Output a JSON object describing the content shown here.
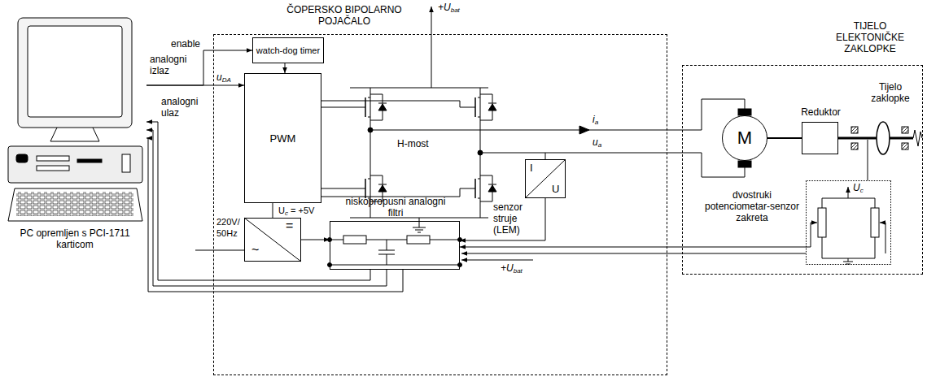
{
  "diagram": {
    "nodes": [
      {
        "text": [
          "PC opremljen s PCI-1711 karticom"
        ]
      },
      {
        "text": [
          "ČOPERSKO BIPOLARNO POJAČALO"
        ]
      },
      {
        "text": [
          "watch-dog timer"
        ],
        "in": 1
      },
      {
        "text": [
          "PWM"
        ],
        "in": 1
      },
      {
        "text": [
          "I",
          "U"
        ],
        "in": 1
      },
      {
        "text": [
          "=",
          "~"
        ],
        "in": 1
      },
      {
        "text": [
          "niskopropusni analogni filtri"
        ],
        "in": 1
      },
      {
        "text": [
          "TIJELO ELEKTONIČKE ZAKLOPKE"
        ]
      },
      {
        "text": [
          "M"
        ],
        "in": 7
      },
      {
        "text": [
          "Reduktor"
        ],
        "in": 7
      },
      {
        "text": [
          "dvostruki potenciometar-senzor zakreta"
        ],
        "in": 7
      }
    ],
    "edges": [
      {
        "from": 0,
        "to": 2,
        "arrow": "to",
        "label": "enable"
      },
      {
        "from": 0,
        "to": 3,
        "arrow": "to",
        "label": "uDA"
      },
      {
        "from": 2,
        "to": 3,
        "arrow": "to"
      },
      {
        "from": 5,
        "to": 3,
        "arrow": "none"
      },
      {
        "from": 4,
        "to": 6,
        "arrow": "to"
      },
      {
        "from": 5,
        "to": 6,
        "arrow": "to"
      },
      {
        "from": 10,
        "to": 6,
        "arrow": "to"
      },
      {
        "from": 6,
        "to": 0,
        "arrow": "to"
      },
      {
        "from": 8,
        "to": 9,
        "arrow": "none"
      }
    ],
    "labels": [
      "+Ubat",
      "analogni izlaz",
      "analogni ulaz",
      "H-most",
      "ia",
      "ua",
      "220V/ 50Hz",
      "Uc = +5V",
      "senzor struje (LEM)",
      "+Ubat",
      "Tijelo zaklopke",
      "Uc"
    ]
  }
}
